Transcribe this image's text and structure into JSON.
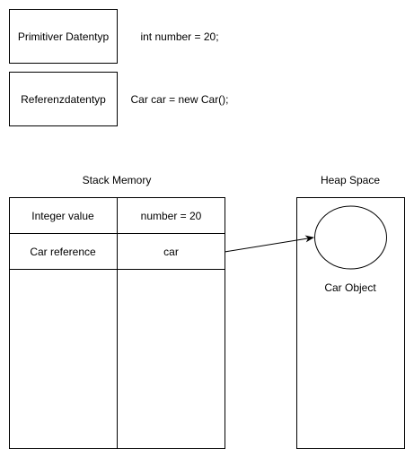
{
  "definitions": {
    "primitive": {
      "type_label": "Primitiver Datentyp",
      "example_code": "int number = 20;"
    },
    "reference": {
      "type_label": "Referenzdatentyp",
      "example_code": "Car car = new Car();"
    }
  },
  "stack": {
    "title": "Stack Memory",
    "rows": [
      {
        "label": "Integer value",
        "value": "number = 20"
      },
      {
        "label": "Car reference",
        "value": "car"
      }
    ]
  },
  "heap": {
    "title": "Heap Space",
    "object_label": "Car Object"
  }
}
